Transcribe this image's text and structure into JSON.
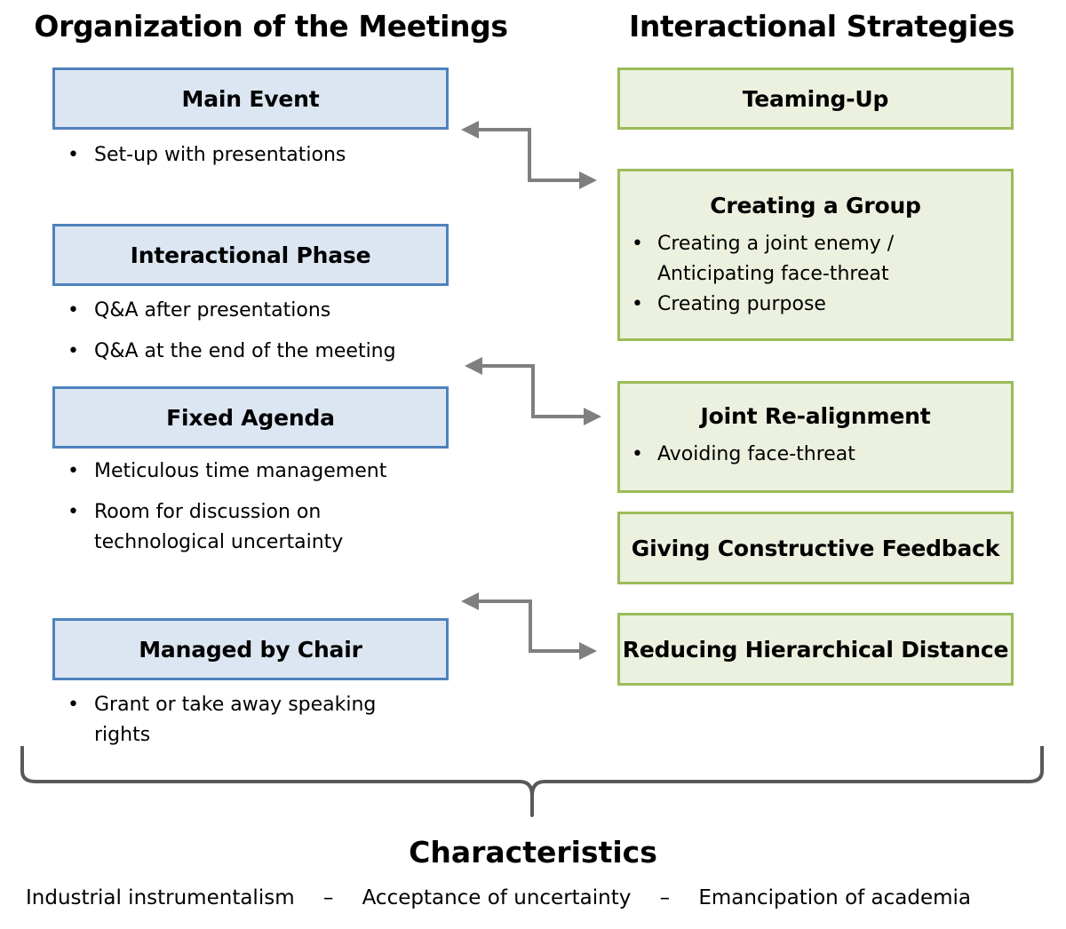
{
  "left_heading": "Organization of the Meetings",
  "right_heading": "Interactional Strategies",
  "organization": [
    {
      "title": "Main Event",
      "bullets": [
        "Set-up with presentations"
      ]
    },
    {
      "title": "Interactional Phase",
      "bullets": [
        "Q&A after presentations",
        "Q&A at the end of the meeting"
      ]
    },
    {
      "title": "Fixed Agenda",
      "bullets": [
        "Meticulous time management",
        "Room for discussion on technological uncertainty"
      ]
    },
    {
      "title": "Managed by Chair",
      "bullets": [
        "Grant or take away speaking rights"
      ]
    }
  ],
  "strategies": [
    {
      "title": "Teaming-Up",
      "bullets": []
    },
    {
      "title": "Creating a Group",
      "bullets": [
        "Creating a joint enemy / Anticipating face-threat",
        "Creating purpose"
      ]
    },
    {
      "title": "Joint Re-alignment",
      "bullets": [
        "Avoiding face-threat"
      ]
    },
    {
      "title": "Giving Constructive Feedback",
      "bullets": []
    },
    {
      "title": "Reducing Hierarchical Distance",
      "bullets": []
    }
  ],
  "characteristics": {
    "title": "Characteristics",
    "items": [
      "Industrial instrumentalism",
      "Acceptance of uncertainty",
      "Emancipation of academia"
    ],
    "separator": "–"
  },
  "colors": {
    "org_fill": "#dce6f2",
    "org_border": "#4f81bd",
    "strategy_fill": "#ebf1de",
    "strategy_border": "#9bbb59",
    "connector": "#7f7f7f",
    "brace": "#595959"
  }
}
